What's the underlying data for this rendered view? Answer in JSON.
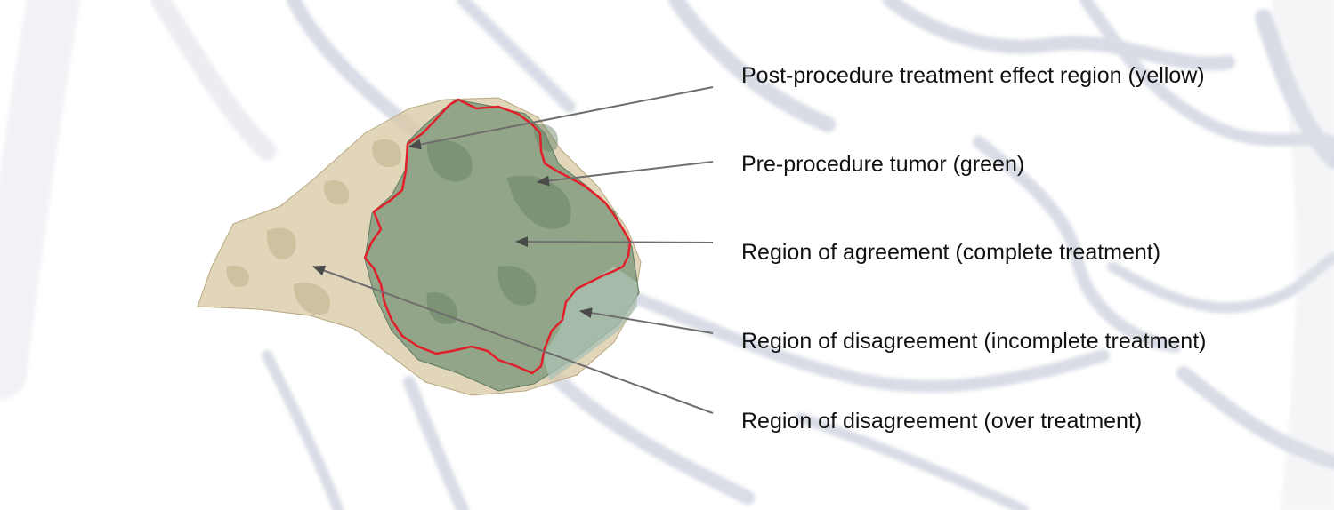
{
  "annotations": [
    "Post-procedure treatment effect region (yellow)",
    "Pre-procedure tumor (green)",
    "Region of agreement (complete treatment)",
    "Region of disagreement (incomplete treatment)",
    "Region of disagreement (over treatment)"
  ],
  "colors": {
    "treatment_effect_region": "#d9c9a6",
    "tumor": "#7f9a7c",
    "agreement_outline": "#e0202a",
    "disagreement_incomplete": "#a9c2b4",
    "vessels": "#b9bfd0",
    "arrow": "#6e6e6e",
    "text": "#111111"
  }
}
